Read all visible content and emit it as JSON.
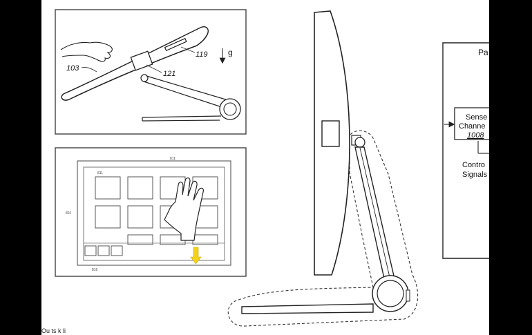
{
  "panel_a": {
    "label_surface": "103",
    "label_sensor": "121",
    "label_display": "119",
    "label_gravity": "g"
  },
  "panel_b": {
    "label_screen": "811",
    "label_icon": "811",
    "label_frame": "801",
    "label_dock": "816"
  },
  "block_diagram": {
    "top_label": "Pa",
    "sense_line1": "Sense",
    "sense_line2": "Channe",
    "sense_ref": "1008",
    "control_line1": "Contro",
    "control_line2": "Signals"
  },
  "caption": "Ou   ts  k   li",
  "colors": {
    "background": "#000000",
    "paper": "#ffffff",
    "arrow_highlight": "#f2d21a"
  }
}
